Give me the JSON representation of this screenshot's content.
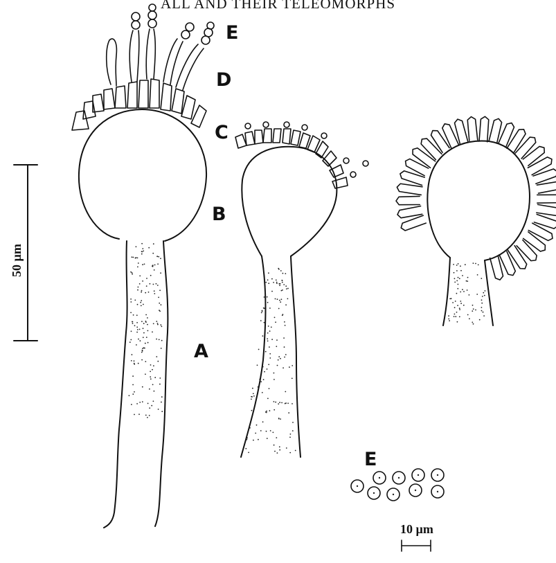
{
  "header_text": "ALL AND THEIR TELEOMORPHS",
  "labels": {
    "A": "A",
    "B": "B",
    "C": "C",
    "D": "D",
    "E_top": "E",
    "E_bottom": "E"
  },
  "scale_bars": {
    "large": "50 µm",
    "small": "10 µm"
  },
  "colors": {
    "ink": "#111111",
    "paper": "#ffffff"
  }
}
